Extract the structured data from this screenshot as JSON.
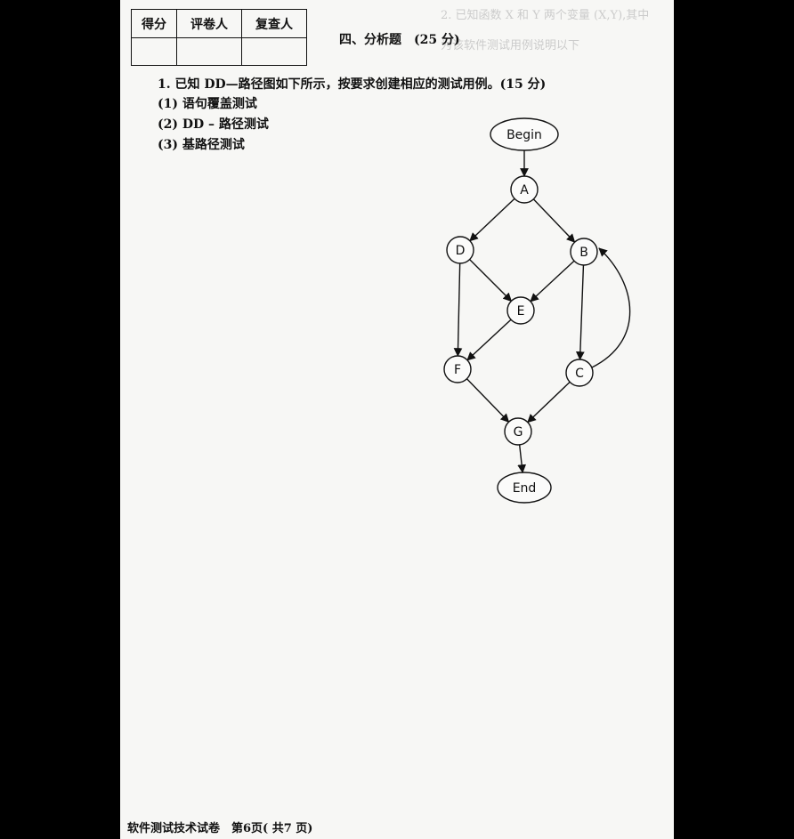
{
  "score_table": {
    "headers": [
      "得分",
      "评卷人",
      "复查人"
    ]
  },
  "section_title": "四、分析题　(25 分)",
  "question": {
    "text": "1. 已知 DD—路径图如下所示，按要求创建相应的测试用例。(15 分)",
    "items": [
      "(1) 语句覆盖测试",
      "(2) DD – 路径测试",
      "(3) 基路径测试"
    ]
  },
  "graph": {
    "nodes": [
      "Begin",
      "A",
      "D",
      "B",
      "E",
      "F",
      "C",
      "G",
      "End"
    ],
    "edges": [
      [
        "Begin",
        "A"
      ],
      [
        "A",
        "D"
      ],
      [
        "A",
        "B"
      ],
      [
        "D",
        "E"
      ],
      [
        "B",
        "E"
      ],
      [
        "D",
        "F"
      ],
      [
        "E",
        "F"
      ],
      [
        "B",
        "C"
      ],
      [
        "C",
        "B"
      ],
      [
        "F",
        "G"
      ],
      [
        "C",
        "G"
      ],
      [
        "G",
        "End"
      ]
    ]
  },
  "bleed_through": {
    "line1": "2. 已知函数 X 和 Y 两个变量 (X,Y),其中",
    "line2": "为该软件测试用例说明以下"
  },
  "footer": "软件测试技术试卷　第6页( 共7 页)"
}
